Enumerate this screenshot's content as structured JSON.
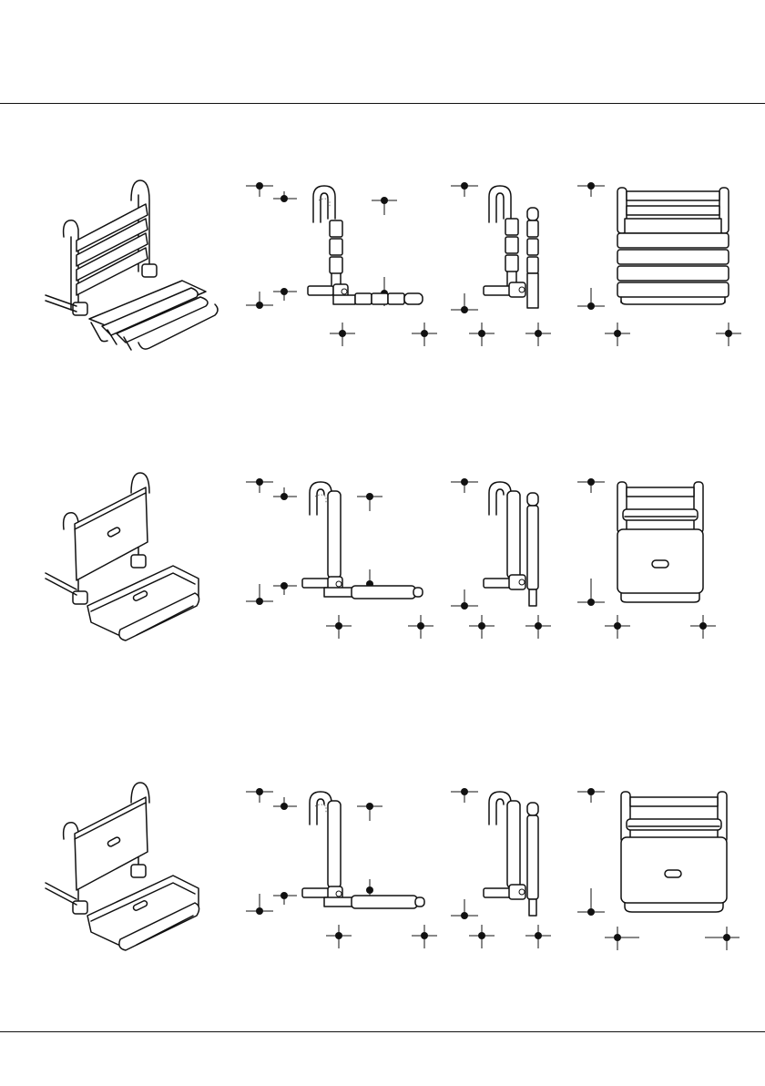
{
  "page": {
    "rows": [
      {
        "variant": "slatted-seat"
      },
      {
        "variant": "padded-seat"
      },
      {
        "variant": "padded-seat-long-back"
      }
    ]
  },
  "icons": {
    "perspective": "folding-shower-seat-icon",
    "side": "side-view-icon",
    "folded": "folded-view-icon",
    "front": "front-view-icon",
    "marker": "dimension-marker-icon"
  }
}
